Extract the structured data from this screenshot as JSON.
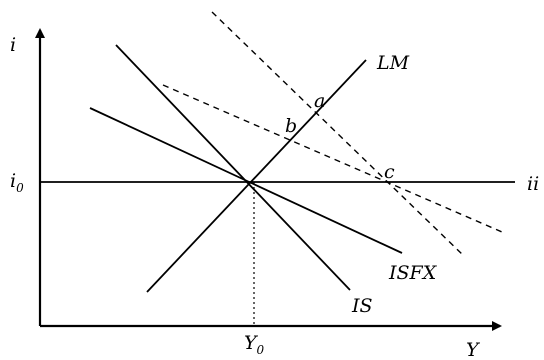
{
  "axes": {
    "y_label": "i",
    "x_label": "Y"
  },
  "curves": {
    "lm": "LM",
    "ii": "ii",
    "is": "IS",
    "isfx": "ISFX"
  },
  "points": {
    "a": "a",
    "b": "b",
    "c": "c"
  },
  "ticks": {
    "i_base": "i",
    "i_sub": "0",
    "y_base": "Y",
    "y_sub": "0"
  }
}
